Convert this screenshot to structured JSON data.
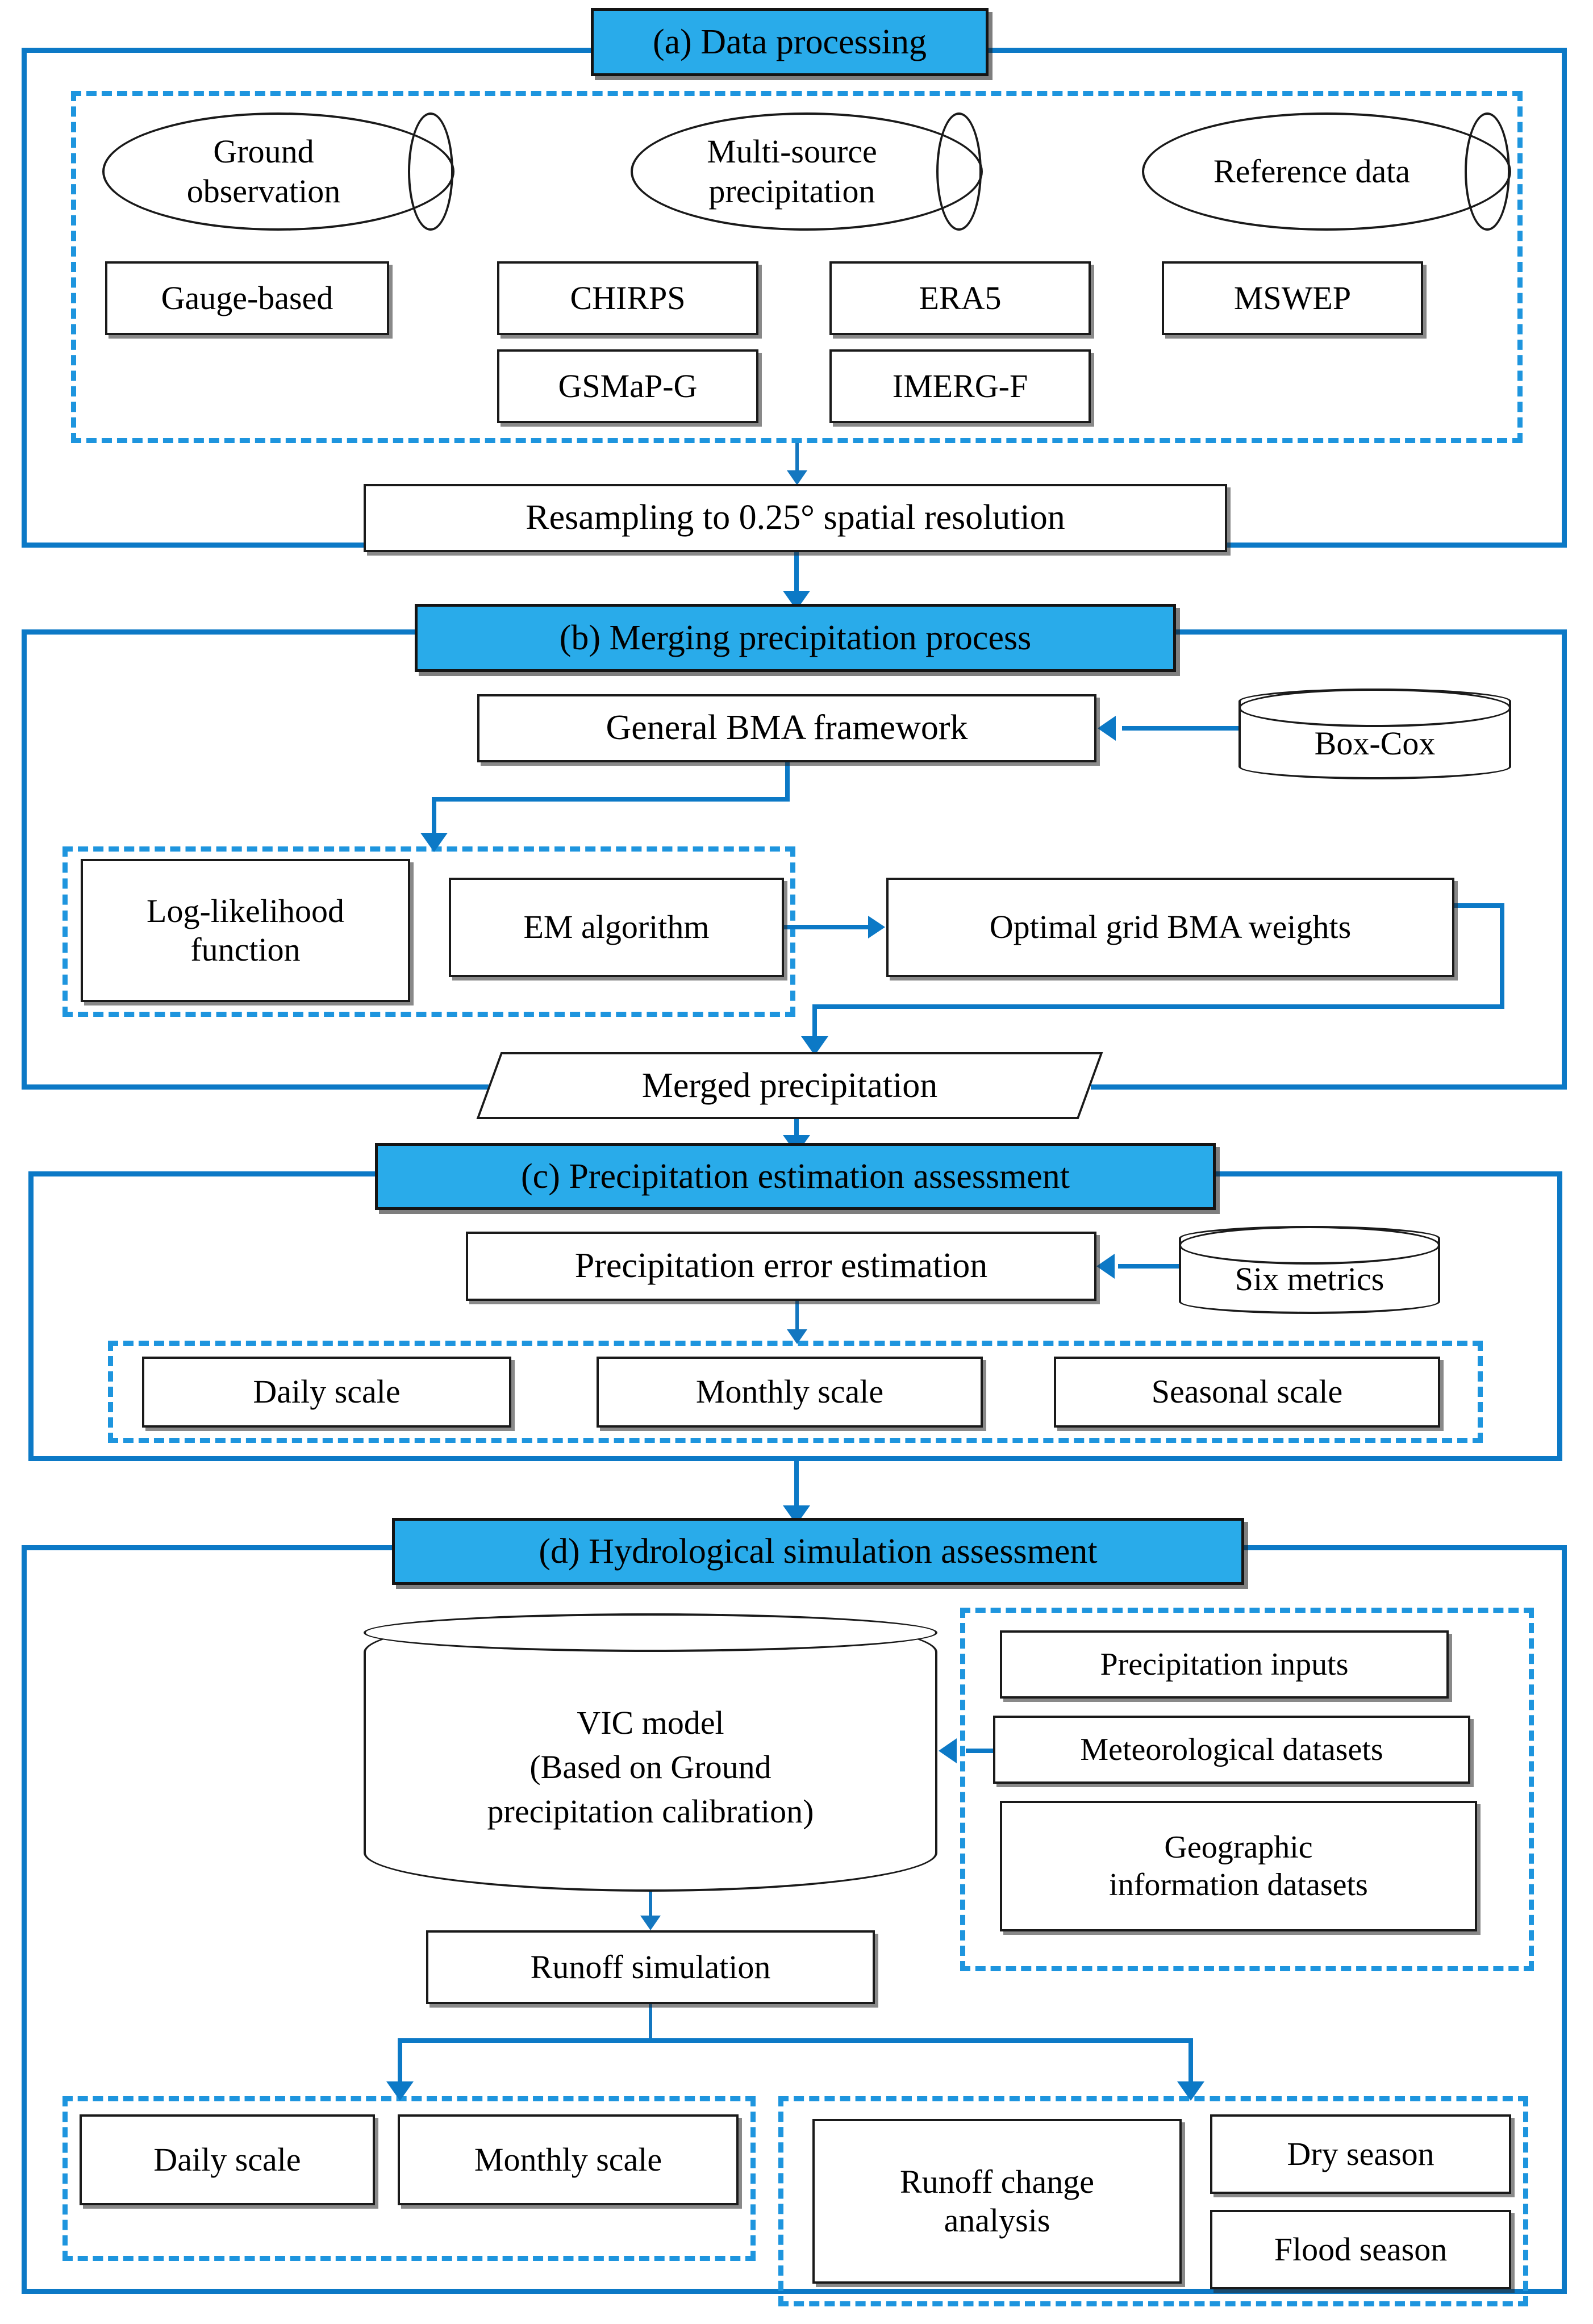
{
  "figure": {
    "kind": "flowchart",
    "accent_solid": "#0C79C6",
    "accent_dashed": "#1E95DE",
    "title_fill": "#29ABEA",
    "box_stroke": "#1a1a1a",
    "background": "#ffffff"
  },
  "panel_a": {
    "title": "(a) Data processing",
    "sources": [
      {
        "label": "Ground\nobservation"
      },
      {
        "label": "Multi-source\nprecipitation"
      },
      {
        "label": "Reference data"
      }
    ],
    "source_ground": "Ground observation",
    "source_multi": "Multi-source precipitation",
    "source_reference": "Reference data",
    "datasets": {
      "gauge": "Gauge-based",
      "chirps": "CHIRPS",
      "era5": "ERA5",
      "mswep": "MSWEP",
      "gsmap": "GSMaP-G",
      "imerg": "IMERG-F"
    },
    "resampling": "Resampling to 0.25° spatial resolution"
  },
  "panel_b": {
    "title": "(b) Merging precipitation process",
    "framework": "General BMA framework",
    "boxcox": "Box-Cox",
    "log_likelihood": "Log-likelihood function",
    "em_algorithm": "EM algorithm",
    "optimal_weights": "Optimal grid BMA weights",
    "merged": "Merged precipitation"
  },
  "panel_c": {
    "title": "(c) Precipitation estimation assessment",
    "error_estimation": "Precipitation error estimation",
    "six_metrics": "Six metrics",
    "scales": {
      "daily": "Daily scale",
      "monthly": "Monthly scale",
      "seasonal": "Seasonal scale"
    }
  },
  "panel_d": {
    "title": "(d) Hydrological simulation assessment",
    "vic_model": "VIC model\n(Based on Ground\nprecipitation calibration)",
    "vic_line1": "VIC model",
    "vic_line2": "(Based on Ground",
    "vic_line3": "precipitation calibration)",
    "inputs": {
      "precipitation": "Precipitation inputs",
      "meteorological": "Meteorological datasets",
      "geographic": "Geographic information datasets",
      "geographic_line1": "Geographic",
      "geographic_line2": "information datasets"
    },
    "runoff_simulation": "Runoff simulation",
    "scales": {
      "daily": "Daily scale",
      "monthly": "Monthly scale"
    },
    "runoff_change": "Runoff change analysis",
    "runoff_change_line1": "Runoff change",
    "runoff_change_line2": "analysis",
    "seasons": {
      "dry": "Dry season",
      "flood": "Flood season"
    }
  }
}
